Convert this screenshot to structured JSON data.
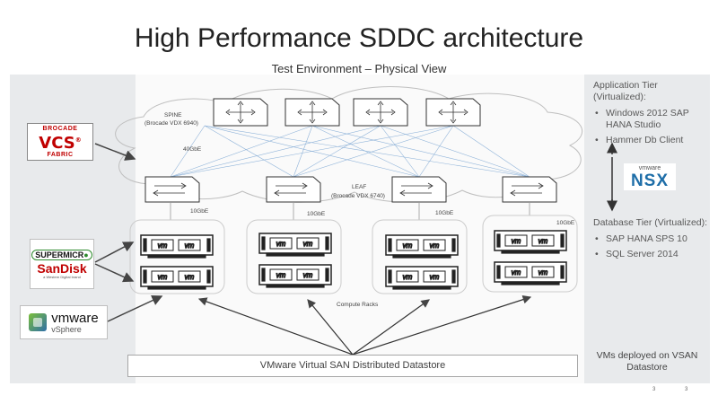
{
  "title": "High Performance SDDC architecture",
  "subtitle": "Test Environment – Physical View",
  "diagram": {
    "spine_label": "SPINE",
    "spine_sub": "(Brocade VDX 6940)",
    "spine_link": "40GbE",
    "leaf_label": "LEAF",
    "leaf_sub": "(Brocade VDX 6740)",
    "rack_link": "10GbE",
    "racks_label": "Compute  Racks",
    "server_badge": "vm"
  },
  "vendors": {
    "brocade": {
      "top": "BROCADE",
      "mid": "VCS",
      "bottom": "FABRIC"
    },
    "storage": {
      "supermicro": "SUPERMICR",
      "sandisk": "SanDisk",
      "sandisk_sub": "a Western Digital brand"
    },
    "vsphere": {
      "brand": "vmware",
      "product": "vSphere"
    }
  },
  "right_panel": {
    "app_tier": {
      "title": "Application Tier (Virtualized):",
      "items": [
        "Windows 2012 SAP HANA Studio",
        "Hammer Db Client"
      ]
    },
    "nsx": {
      "brand": "vmware",
      "name": "NSX"
    },
    "db_tier": {
      "title": "Database Tier (Virtualized):",
      "items": [
        "SAP HANA SPS 10",
        "SQL Server 2014"
      ]
    },
    "vsan_note": "VMs deployed on VSAN Datastore"
  },
  "datastore": "VMware Virtual SAN Distributed Datastore",
  "page_numbers": [
    "3",
    "3"
  ],
  "colors": {
    "panel": "#e8eaec",
    "link_blue": "#8fb3d9",
    "brocade_red": "#c00000",
    "nsx_blue": "#1e6ea8"
  }
}
